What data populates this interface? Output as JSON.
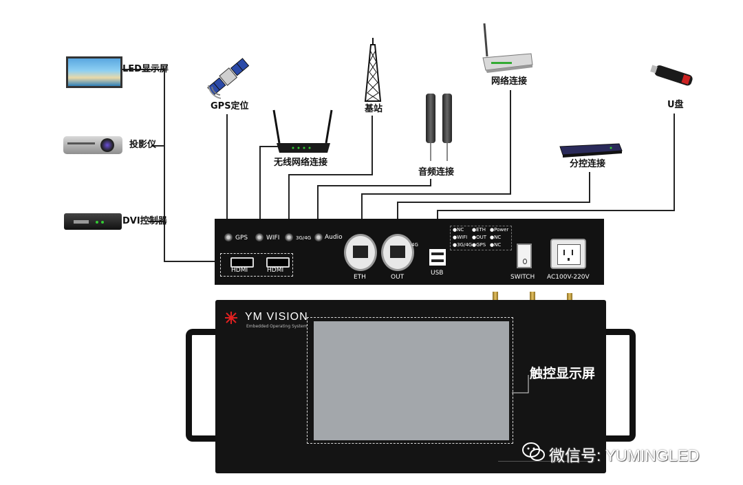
{
  "devices": {
    "led_screen": "LED显示屏",
    "projector": "投影仪",
    "dvi_controller": "DVI控制器",
    "gps": "GPS定位",
    "wireless": "无线网络连接",
    "base_station": "基站",
    "audio": "音频连接",
    "network": "网络连接",
    "sub_control": "分控连接",
    "udisk": "U盘"
  },
  "back_panel": {
    "gps": "GPS",
    "wifi": "WIFI",
    "g34": "3G/4G",
    "audio": "Audio",
    "hdmi1": "HDMI",
    "hdmi2": "HDMI",
    "eth": "ETH",
    "out": "OUT",
    "g4": "4G",
    "usb": "USB",
    "switch": "SWITCH",
    "power": "AC100V-220V",
    "indicators": [
      [
        "●NC",
        "●ETH",
        "●Power"
      ],
      [
        "●WIFI",
        "●OUT",
        "●NC"
      ],
      [
        "●3G/4G",
        "●GPS",
        "●NC"
      ]
    ]
  },
  "front_unit": {
    "brand": "YM VISION",
    "tagline": "Embedded Operating System",
    "touch_label": "触控显示屏"
  },
  "watermark": "微信号: YUMINGLED"
}
